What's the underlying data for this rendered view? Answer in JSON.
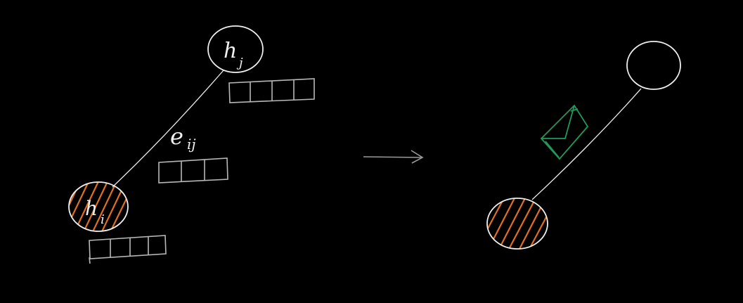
{
  "diagram": {
    "left_graph": {
      "node_i_label": "h",
      "node_i_sub": "i",
      "node_j_label": "h",
      "node_j_sub": "j",
      "edge_label": "e",
      "edge_sub": "ij"
    },
    "colors": {
      "background": "#000000",
      "line": "#efefef",
      "vector_box": "#b8b8b8",
      "hatch": "#e0701e",
      "message": "#1f9a5a"
    },
    "icons": {
      "arrow": "right-arrow-icon",
      "message": "envelope-icon"
    }
  }
}
